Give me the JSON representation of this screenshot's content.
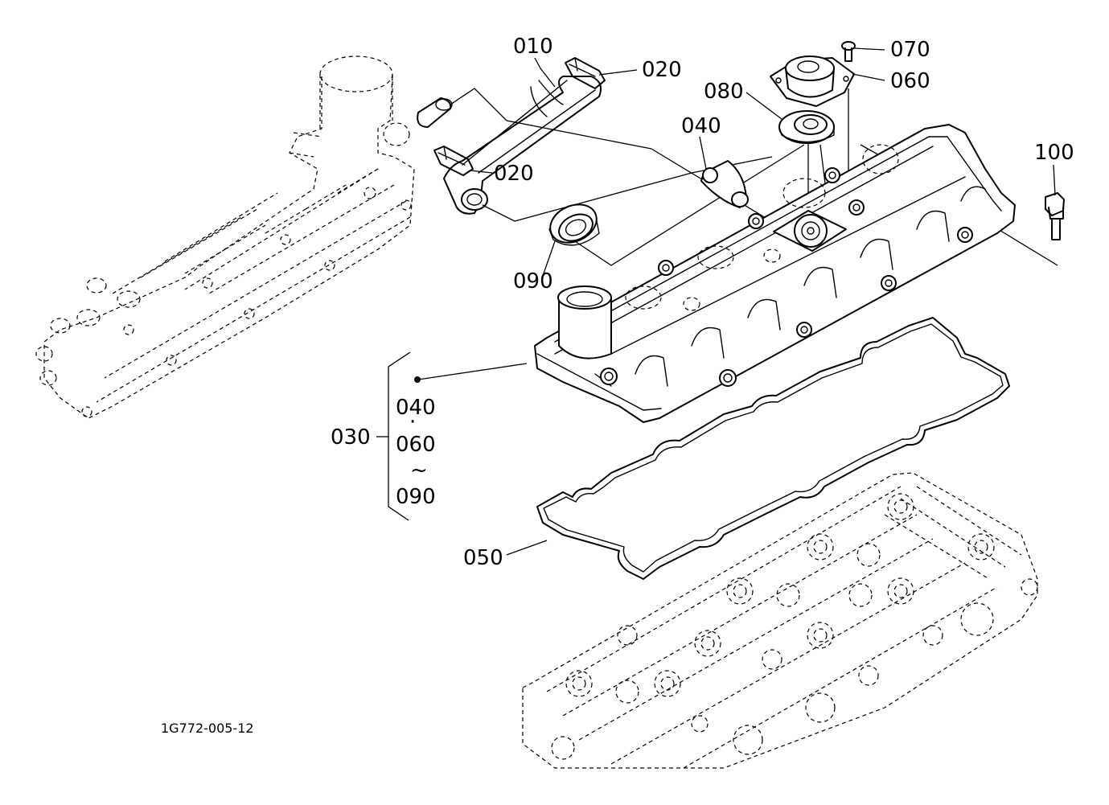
{
  "labels": {
    "p010": "010",
    "p020a": "020",
    "p020b": "020",
    "p030": "030",
    "p040": "040",
    "p050": "050",
    "p060": "060",
    "p070": "070",
    "p080": "080",
    "p090": "090",
    "p100": "100"
  },
  "group_030": {
    "line1": "040",
    "sep1": "·",
    "line2": "060",
    "sep2": "~",
    "line3": "090"
  },
  "drawing_code": "1G772-005-12"
}
